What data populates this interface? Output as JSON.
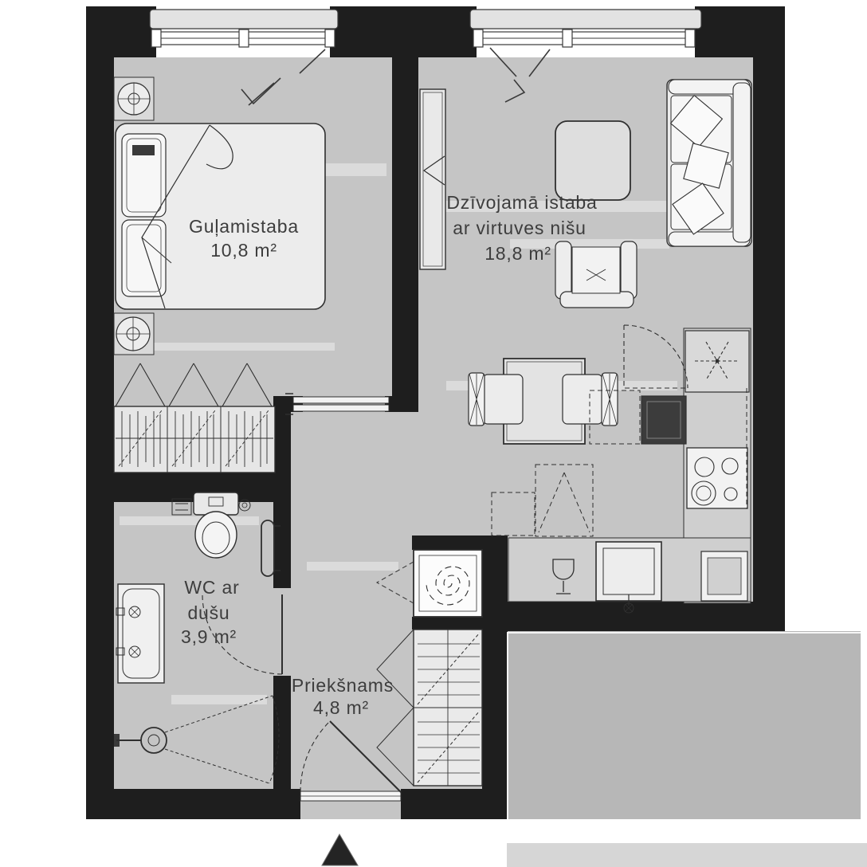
{
  "rooms": {
    "bedroom": {
      "name": "Guļamistaba",
      "area": "10,8 m²"
    },
    "living_room": {
      "name_line1": "Dzīvojamā istaba",
      "name_line2": "ar virtuves nišu",
      "area": "18,8 m²"
    },
    "bathroom": {
      "name_line1": "WC ar",
      "name_line2": "dušu",
      "area": "3,9 m²"
    },
    "hallway": {
      "name": "Priekšnams",
      "area": "4,8 m²"
    }
  },
  "colors": {
    "wall": "#1e1e1e",
    "floor": "#c5c5c5",
    "outside": "#b7b7b7",
    "band": "#d6d6d6",
    "line": "#2f2f2f",
    "label": "#3d3d3d",
    "marker": "#242424"
  }
}
